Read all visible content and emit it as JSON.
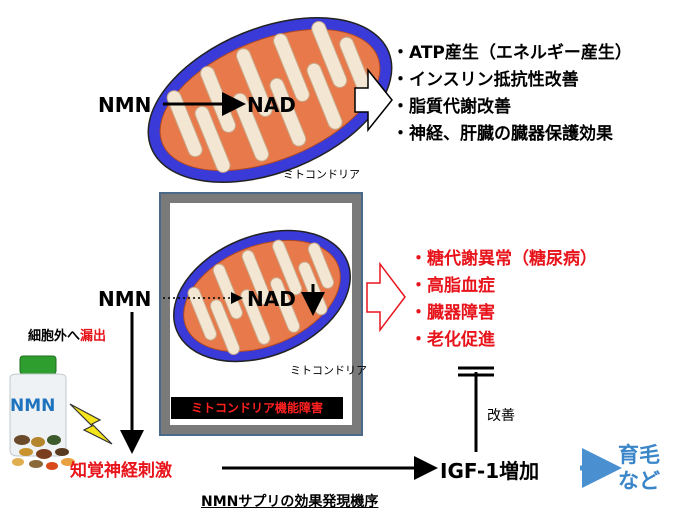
{
  "top": {
    "nmn": "NMN",
    "nad": "NAD",
    "mito_label": "ミトコンドリア",
    "effects": [
      "・ATP産生（エネルギー産生）",
      "・インスリン抵抗性改善",
      "・脂質代謝改善",
      "・神経、肝臓の臓器保護効果"
    ]
  },
  "middle": {
    "nmn": "NMN",
    "nad": "NAD",
    "mito_label": "ミトコンドリア",
    "dysfunction_label": "ミトコンドリア機能障害",
    "effects": [
      "・糖代謝異常（糖尿病）",
      "・高脂血症",
      "・臓器障害",
      "・老化促進"
    ]
  },
  "left": {
    "leak_prefix": "細胞外へ",
    "leak_suffix": "漏出",
    "bottle_label": "NMN"
  },
  "bottom": {
    "sensory": "知覚神経刺激",
    "igf": "IGF-1増加",
    "hair_line1": "育毛",
    "hair_line2": "など",
    "improve": "改善",
    "caption": "NMNサプリの効果発現機序"
  },
  "colors": {
    "mito_outer": "#3a3ad8",
    "mito_inner": "#e8794a",
    "cristae": "#f3e6d3",
    "red_text": "#e8141b",
    "hair_arrow": "#4a8fd0",
    "box_border": "#4a6a8a"
  }
}
